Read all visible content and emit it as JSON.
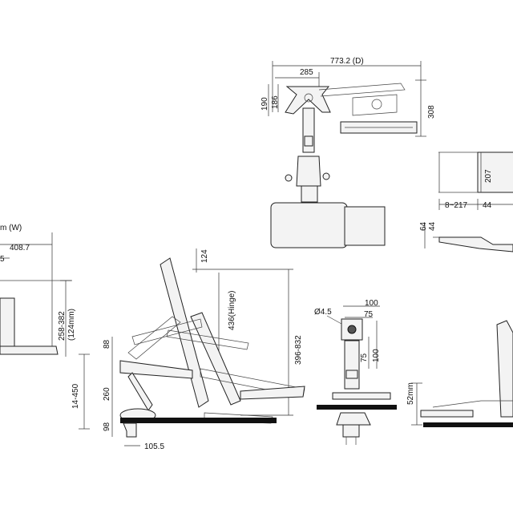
{
  "dimensions": {
    "top_width": "773.2 (D)",
    "top_285": "285",
    "top_190": "190",
    "top_186": "186",
    "top_308": "308",
    "right_207": "207",
    "right_8_217": "8~217",
    "right_44_cut": "44",
    "right_64": "64",
    "right_44b": "44",
    "left_width_cut": "m (W)",
    "left_4087": "408.7",
    "left_5": "5",
    "left_258_382": "258-382",
    "left_124mm": "(124mm)",
    "left_14_450": "14-450",
    "side_124": "124",
    "side_436": "436(Hinge)",
    "side_396_832": "396-832",
    "side_88": "88",
    "side_260": "260",
    "side_98": "98",
    "side_105_5": "105.5",
    "front_d45": "Ø4.5",
    "front_100a": "100",
    "front_75a": "75",
    "front_75b": "75",
    "front_100b": "100",
    "right2_52mm": "52mm"
  }
}
